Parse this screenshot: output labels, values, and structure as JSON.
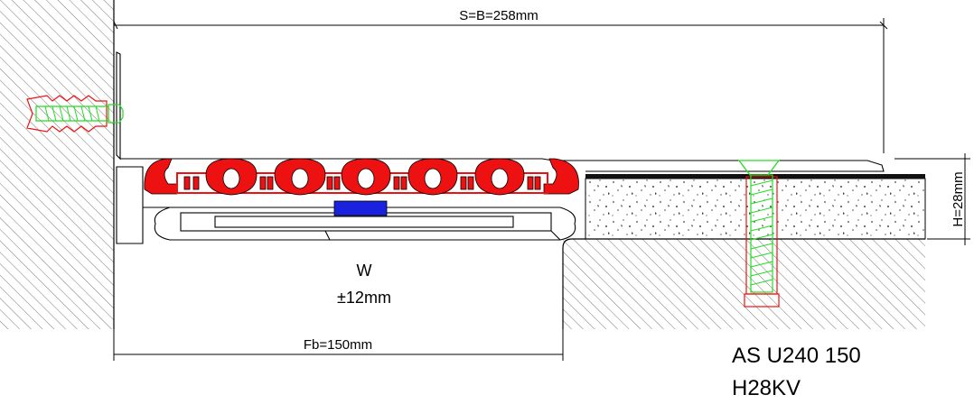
{
  "dimensions": {
    "overall_width": "S=B=258mm",
    "gap_width": "Fb=150mm",
    "height": "H=28mm"
  },
  "movement": {
    "label": "W",
    "value": "±12mm"
  },
  "model": {
    "line1": "AS U240 150",
    "line2": "H28KV"
  },
  "colors": {
    "seal": "#ee1111",
    "insert": "#1a22dd",
    "anchor": "#22dd22",
    "line": "#000000",
    "hatch": "#555555"
  }
}
